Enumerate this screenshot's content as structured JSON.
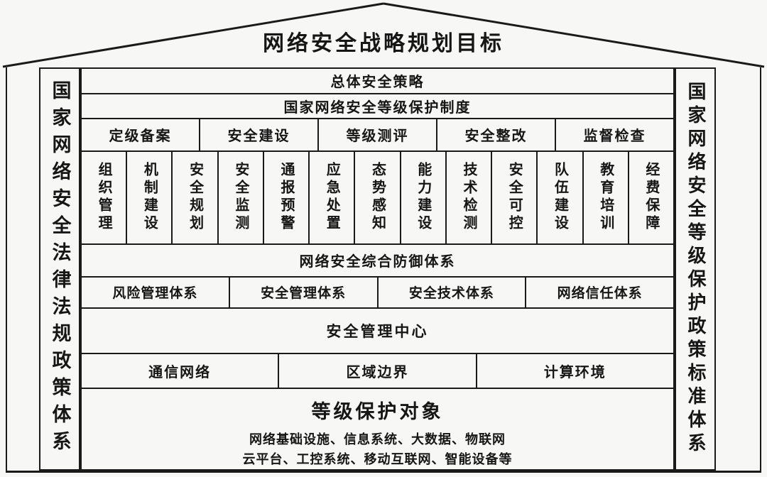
{
  "roof_title": "网络安全战略规划目标",
  "pillars": {
    "left": "国家网络安全法律法规政策体系",
    "right": "国家网络安全等级保护政策标准体系"
  },
  "body": {
    "overall_strategy": "总体安全策略",
    "grade_protection_system": "国家网络安全等级保护制度",
    "process": [
      "定级备案",
      "安全建设",
      "等级测评",
      "安全整改",
      "监督检查"
    ],
    "capabilities": [
      "组织管理",
      "机制建设",
      "安全规划",
      "安全监测",
      "通报预警",
      "应急处置",
      "态势感知",
      "能力建设",
      "技术检测",
      "安全可控",
      "队伍建设",
      "教育培训",
      "经费保障"
    ],
    "defense_system": "网络安全综合防御体系",
    "systems": [
      "风险管理体系",
      "安全管理体系",
      "安全技术体系",
      "网络信任体系"
    ],
    "management_center": "安全管理中心",
    "environments": [
      "通信网络",
      "区域边界",
      "计算环境"
    ],
    "objects": {
      "title": "等级保护对象",
      "line1": "网络基础设施、信息系统、大数据、物联网",
      "line2": "云平台、工控系统、移动互联网、智能设备等"
    }
  },
  "colors": {
    "ink": "#1a1a1a",
    "background": "#f7f7f5"
  }
}
